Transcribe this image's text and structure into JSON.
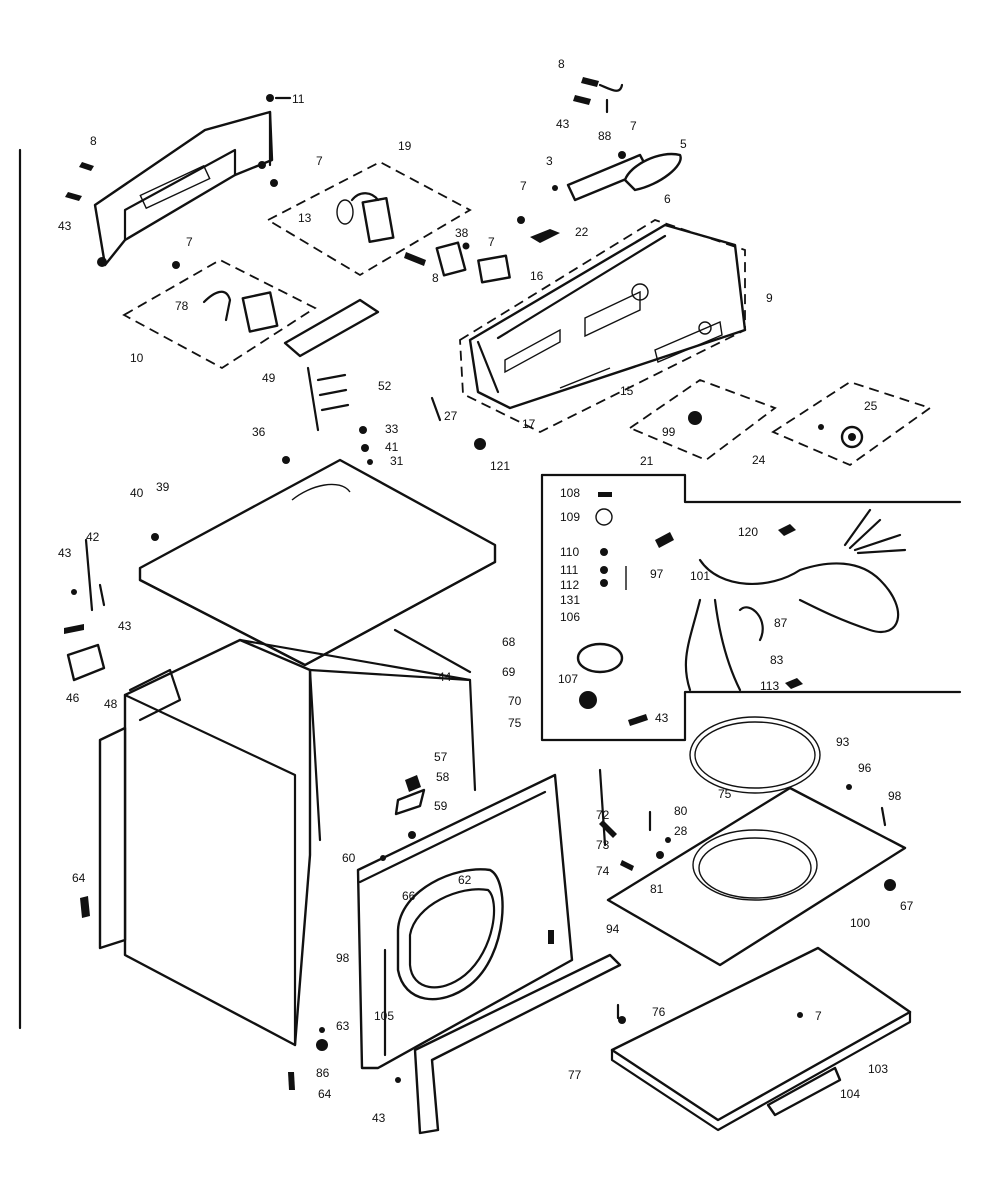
{
  "parts": [
    {
      "id": "part-8-a",
      "label": "8"
    },
    {
      "id": "part-11",
      "label": "11"
    },
    {
      "id": "part-43-a",
      "label": "43"
    },
    {
      "id": "part-7-a",
      "label": "7"
    },
    {
      "id": "part-19",
      "label": "19"
    },
    {
      "id": "part-13",
      "label": "13"
    },
    {
      "id": "part-7-b",
      "label": "7"
    },
    {
      "id": "part-78",
      "label": "78"
    },
    {
      "id": "part-10",
      "label": "10"
    },
    {
      "id": "part-49",
      "label": "49"
    },
    {
      "id": "part-38",
      "label": "38"
    },
    {
      "id": "part-8-b",
      "label": "8"
    },
    {
      "id": "part-7-c",
      "label": "7"
    },
    {
      "id": "part-16",
      "label": "16"
    },
    {
      "id": "part-52",
      "label": "52"
    },
    {
      "id": "part-33",
      "label": "33"
    },
    {
      "id": "part-41",
      "label": "41"
    },
    {
      "id": "part-31",
      "label": "31"
    },
    {
      "id": "part-27",
      "label": "27"
    },
    {
      "id": "part-36",
      "label": "36"
    },
    {
      "id": "part-8-c",
      "label": "8"
    },
    {
      "id": "part-43-b",
      "label": "43"
    },
    {
      "id": "part-88",
      "label": "88"
    },
    {
      "id": "part-7-d",
      "label": "7"
    },
    {
      "id": "part-5",
      "label": "5"
    },
    {
      "id": "part-3",
      "label": "3"
    },
    {
      "id": "part-6",
      "label": "6"
    },
    {
      "id": "part-7-e",
      "label": "7"
    },
    {
      "id": "part-22",
      "label": "22"
    },
    {
      "id": "part-9",
      "label": "9"
    },
    {
      "id": "part-15",
      "label": "15"
    },
    {
      "id": "part-17",
      "label": "17"
    },
    {
      "id": "part-99",
      "label": "99"
    },
    {
      "id": "part-21",
      "label": "21"
    },
    {
      "id": "part-25",
      "label": "25"
    },
    {
      "id": "part-24",
      "label": "24"
    },
    {
      "id": "part-121",
      "label": "121"
    },
    {
      "id": "part-40",
      "label": "40"
    },
    {
      "id": "part-39",
      "label": "39"
    },
    {
      "id": "part-43-c",
      "label": "43"
    },
    {
      "id": "part-42",
      "label": "42"
    },
    {
      "id": "part-43-d",
      "label": "43"
    },
    {
      "id": "part-46",
      "label": "46"
    },
    {
      "id": "part-48",
      "label": "48"
    },
    {
      "id": "part-44",
      "label": "44"
    },
    {
      "id": "part-68",
      "label": "68"
    },
    {
      "id": "part-69",
      "label": "69"
    },
    {
      "id": "part-70",
      "label": "70"
    },
    {
      "id": "part-75-a",
      "label": "75"
    },
    {
      "id": "part-57",
      "label": "57"
    },
    {
      "id": "part-58",
      "label": "58"
    },
    {
      "id": "part-59",
      "label": "59"
    },
    {
      "id": "part-60",
      "label": "60"
    },
    {
      "id": "part-66",
      "label": "66"
    },
    {
      "id": "part-62",
      "label": "62"
    },
    {
      "id": "part-64-a",
      "label": "64"
    },
    {
      "id": "part-98-a",
      "label": "98"
    },
    {
      "id": "part-63",
      "label": "63"
    },
    {
      "id": "part-105",
      "label": "105"
    },
    {
      "id": "part-86",
      "label": "86"
    },
    {
      "id": "part-64-b",
      "label": "64"
    },
    {
      "id": "part-43-e",
      "label": "43"
    },
    {
      "id": "part-108",
      "label": "108"
    },
    {
      "id": "part-109",
      "label": "109"
    },
    {
      "id": "part-110",
      "label": "110"
    },
    {
      "id": "part-111",
      "label": "111"
    },
    {
      "id": "part-112",
      "label": "112"
    },
    {
      "id": "part-131",
      "label": "131"
    },
    {
      "id": "part-106",
      "label": "106"
    },
    {
      "id": "part-107",
      "label": "107"
    },
    {
      "id": "part-97",
      "label": "97"
    },
    {
      "id": "part-101",
      "label": "101"
    },
    {
      "id": "part-120",
      "label": "120"
    },
    {
      "id": "part-87",
      "label": "87"
    },
    {
      "id": "part-83",
      "label": "83"
    },
    {
      "id": "part-113",
      "label": "113"
    },
    {
      "id": "part-43-f",
      "label": "43"
    },
    {
      "id": "part-93",
      "label": "93"
    },
    {
      "id": "part-96",
      "label": "96"
    },
    {
      "id": "part-75-b",
      "label": "75"
    },
    {
      "id": "part-98-b",
      "label": "98"
    },
    {
      "id": "part-72",
      "label": "72"
    },
    {
      "id": "part-80",
      "label": "80"
    },
    {
      "id": "part-73",
      "label": "73"
    },
    {
      "id": "part-28",
      "label": "28"
    },
    {
      "id": "part-74",
      "label": "74"
    },
    {
      "id": "part-81",
      "label": "81"
    },
    {
      "id": "part-67",
      "label": "67"
    },
    {
      "id": "part-100",
      "label": "100"
    },
    {
      "id": "part-94",
      "label": "94"
    },
    {
      "id": "part-76",
      "label": "76"
    },
    {
      "id": "part-77",
      "label": "77"
    },
    {
      "id": "part-7-f",
      "label": "7"
    },
    {
      "id": "part-103",
      "label": "103"
    },
    {
      "id": "part-104",
      "label": "104"
    }
  ]
}
